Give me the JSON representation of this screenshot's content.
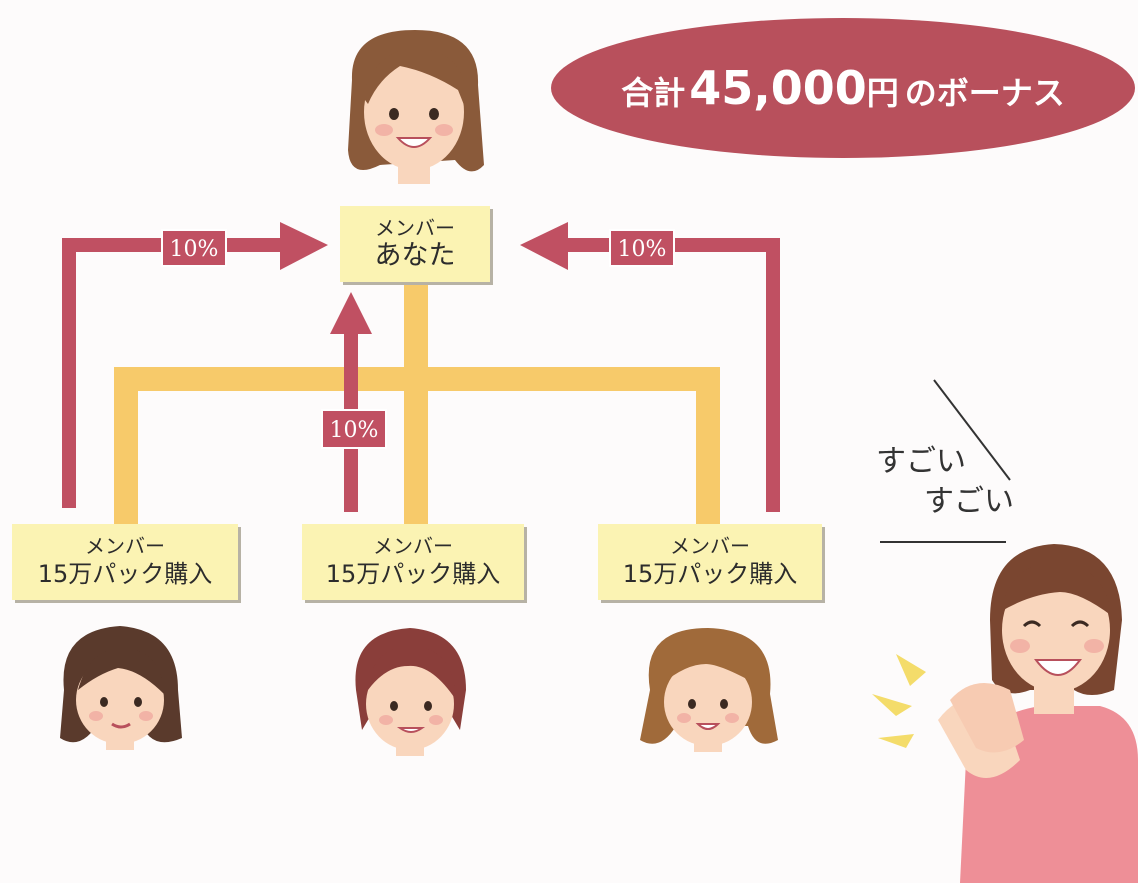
{
  "bonus": {
    "prefix": "合計",
    "amount": "45,000",
    "yen": "円",
    "suffix": "のボーナス",
    "color": "#b8505c"
  },
  "top_member": {
    "role": "メンバー",
    "name": "あなた"
  },
  "members": [
    {
      "role": "メンバー",
      "name": "15万パック購入"
    },
    {
      "role": "メンバー",
      "name": "15万パック購入"
    },
    {
      "role": "メンバー",
      "name": "15万パック購入"
    }
  ],
  "percent_labels": [
    "10%",
    "10%",
    "10%"
  ],
  "exclamations": [
    "すごい",
    "すごい"
  ],
  "colors": {
    "arrow": "#c05062",
    "connector": "#f7ca6a",
    "box": "#fbf3b3",
    "skin": "#f9d6bd",
    "hair": "#8a5a3a",
    "sweater": "#ee8f97"
  },
  "icons": [
    "woman-avatar-top",
    "woman-avatar-left",
    "woman-avatar-center",
    "woman-avatar-right",
    "clapping-woman",
    "sparkle-icon"
  ]
}
